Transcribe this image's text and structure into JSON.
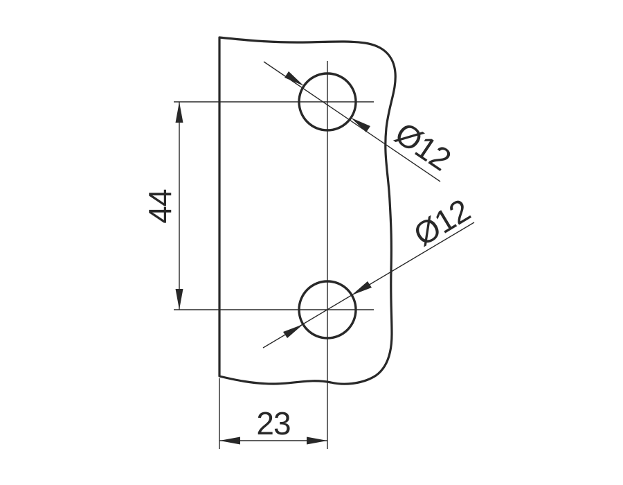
{
  "drawing": {
    "line_color": "#282828",
    "background_color": "#ffffff",
    "labels": {
      "vertical_spacing": "44",
      "edge_offset": "23",
      "top_hole_diameter": "Ø12",
      "bottom_hole_diameter": "Ø12"
    },
    "depicted_values": {
      "hole_diameter": 12,
      "hole_center_spacing": 44,
      "hole_center_to_edge": 23
    }
  }
}
